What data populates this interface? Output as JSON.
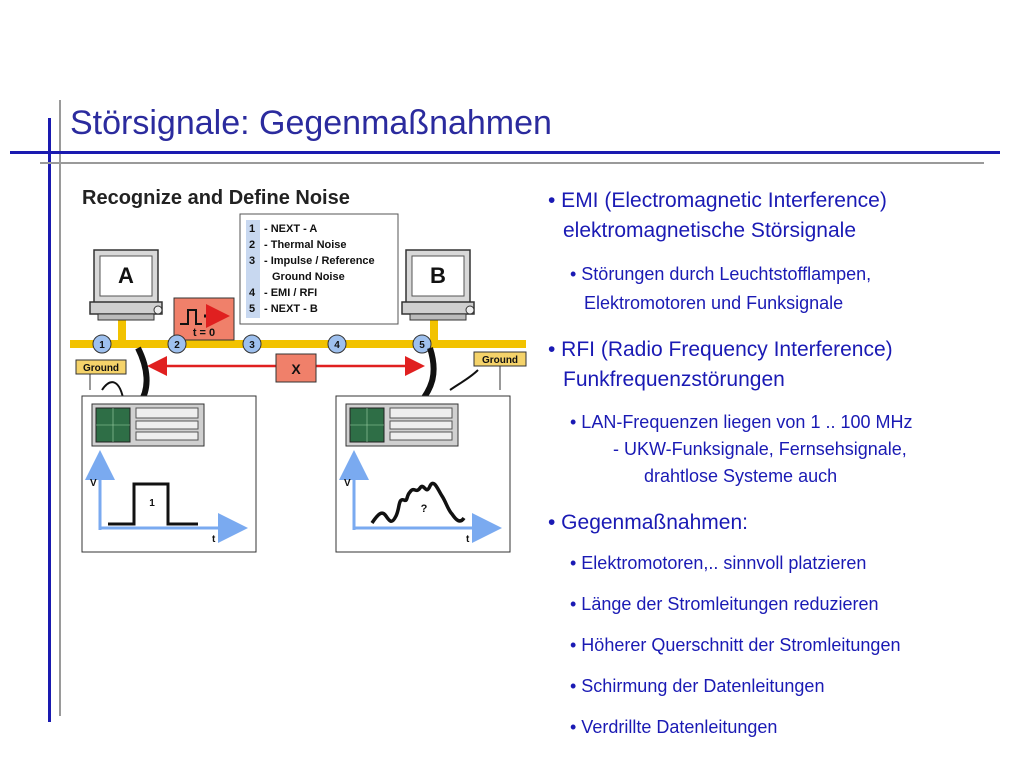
{
  "slide": {
    "title": "Störsignale: Gegenmaßnahmen"
  },
  "figure": {
    "heading": "Recognize and Define Noise",
    "legend": [
      {
        "num": "1",
        "text": "- NEXT - A"
      },
      {
        "num": "2",
        "text": "- Thermal Noise"
      },
      {
        "num": "3",
        "text": "- Impulse / Reference"
      },
      {
        "num": "",
        "text": "Ground Noise"
      },
      {
        "num": "4",
        "text": "- EMI / RFI"
      },
      {
        "num": "5",
        "text": "- NEXT - B"
      }
    ],
    "computer_a": "A",
    "computer_b": "B",
    "impulse_label": "t = 0",
    "ground_left": "Ground",
    "ground_right": "Ground",
    "link_label": "X",
    "points": [
      "1",
      "2",
      "3",
      "4",
      "5"
    ],
    "scope_left": {
      "y_label": "V",
      "x_label": "t",
      "pulse_label": "1"
    },
    "scope_right": {
      "y_label": "V",
      "x_label": "t",
      "noise_label": "?"
    }
  },
  "bullets": {
    "emi_line1": "• EMI (Electromagnetic Interference)",
    "emi_line2": "elektromagnetische Störsignale",
    "emi_sub_line1": "• Störungen durch Leuchtstofflampen,",
    "emi_sub_line2": "Elektromotoren und Funksignale",
    "rfi_line1": "• RFI (Radio Frequency Interference)",
    "rfi_line2": "Funkfrequenzstörungen",
    "rfi_sub_line1": "• LAN-Frequenzen liegen von 1 .. 100 MHz",
    "rfi_sub_line2": "- UKW-Funksignale, Fernsehsignale,",
    "rfi_sub_line3": "drahtlose Systeme auch",
    "measures_heading": "• Gegenmaßnahmen:",
    "measures": [
      "• Elektromotoren,.. sinnvoll platzieren",
      "• Länge der Stromleitungen reduzieren",
      "• Höherer Querschnitt der Stromleitungen",
      "• Schirmung der Datenleitungen",
      "• Verdrillte Datenleitungen"
    ]
  },
  "colors": {
    "accent_blue": "#1a1ab0",
    "text_blue": "#1a1ab4",
    "title_blue": "#2b2b9e",
    "cable_yellow": "#f2c200",
    "signal_red": "#e02020",
    "impulse_box": "#f0806a",
    "arrow_blue": "#7aaaf0",
    "ground_fill": "#f5d36a",
    "legend_bg": "#c8d8f0",
    "screen_green": "#2e6e46"
  }
}
